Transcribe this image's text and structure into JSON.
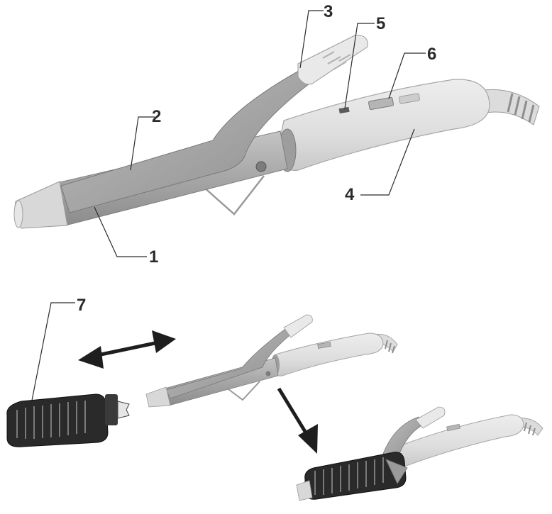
{
  "diagram": {
    "callouts": [
      {
        "id": "1",
        "label": "1"
      },
      {
        "id": "2",
        "label": "2"
      },
      {
        "id": "3",
        "label": "3"
      },
      {
        "id": "4",
        "label": "4"
      },
      {
        "id": "5",
        "label": "5"
      },
      {
        "id": "6",
        "label": "6"
      },
      {
        "id": "7",
        "label": "7"
      }
    ],
    "colors": {
      "barrel": "#a8a8a8",
      "barrel_dark": "#8a8a8a",
      "handle": "#e2e2e2",
      "handle_shade": "#cfcfcf",
      "tip": "#d6d6d6",
      "brush": "#2a2a2a",
      "line": "#2b2b2b"
    }
  }
}
